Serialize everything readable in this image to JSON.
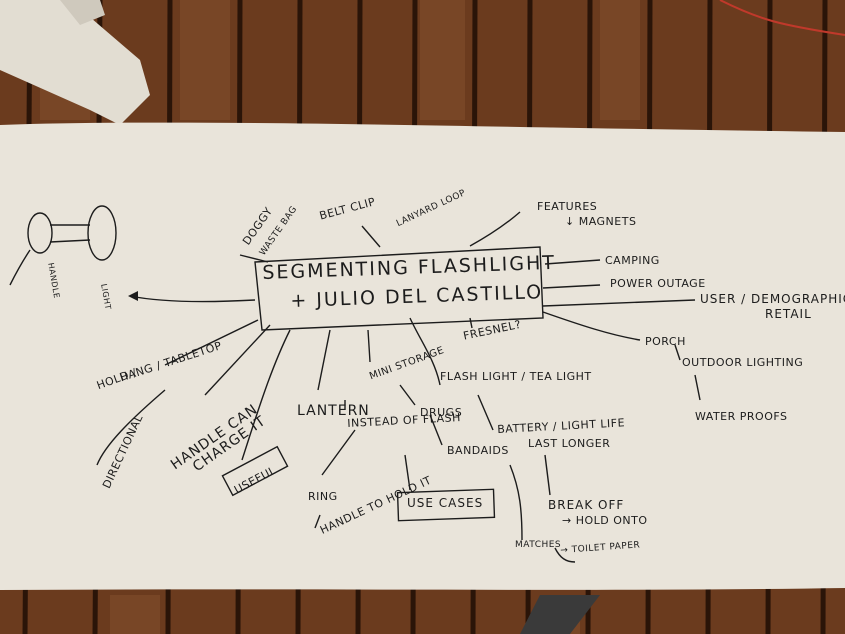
{
  "title_line1": "SEGMENTING FLASHLIGHT",
  "title_line2": "+ JULIO DEL CASTILLO",
  "labels": {
    "doggy": "DOGGY",
    "waste_bag": "WASTE BAG",
    "belt_clip": "BELT CLIP",
    "lanyard_loop": "LANYARD LOOP",
    "features": "FEATURES",
    "magnets": "↓ MAGNETS",
    "camping": "CAMPING",
    "power_outage": "POWER OUTAGE",
    "user_demographic": "USER / DEMOGRAPHIC",
    "retail": "RETAIL",
    "porch": "PORCH",
    "outdoor_lighting": "OUTDOOR LIGHTING",
    "water_proofs": "WATER PROOFS",
    "fresnel": "FRESNEL?",
    "flashlight_tealight": "FLASH LIGHT / TEA LIGHT",
    "battery_light_life": "BATTERY / LIGHT LIFE",
    "last_longer": "LAST LONGER",
    "break_off": "BREAK OFF",
    "hold_onto": "→ HOLD ONTO",
    "matches": "MATCHES",
    "toilet_paper": "→ TOILET PAPER",
    "drugs": "DRUGS",
    "bandaids": "BANDAIDS",
    "use_cases": "USE CASES",
    "mini_storage": "MINI STORAGE",
    "lantern": "LANTERN",
    "instead_of_flash": "INSTEAD OF FLASH",
    "ring": "RING",
    "handle_to_hold_it": "HANDLE TO HOLD IT",
    "handle_can": "HANDLE CAN",
    "charge_it": "CHARGE IT",
    "useful": "USEFUL",
    "hold": "HOLD /",
    "hang_tabletop": "HANG / TABLETOP",
    "directional": "DIRECTIONAL",
    "handle_sketch": "HANDLE",
    "light_sketch": "LIGHT"
  },
  "colors": {
    "floor": "#5a2f17",
    "paper": "#e9e4da",
    "ink": "#1c1c1c"
  }
}
